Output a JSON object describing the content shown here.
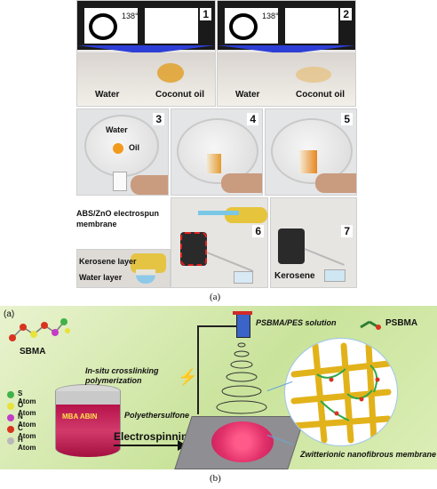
{
  "panel_a": {
    "caption": "(a)",
    "photo1": {
      "number": "1",
      "angle": "138°",
      "water": "Water",
      "oil": "Coconut oil"
    },
    "photo2": {
      "number": "2",
      "angle": "138°",
      "water": "Water",
      "oil": "Coconut oil"
    },
    "photo3": {
      "number": "3",
      "water": "Water",
      "oil": "Oil"
    },
    "photo4": {
      "number": "4"
    },
    "photo5": {
      "number": "5"
    },
    "photo6": {
      "number": "6"
    },
    "photo7": {
      "number": "7",
      "kerosene": "Kerosene"
    },
    "membrane_label": "ABS/ZnO electrospun membrane",
    "kerosene_layer": "Kerosene layer",
    "water_layer": "Water layer"
  },
  "panel_b": {
    "caption": "(b)",
    "tag": "(a)",
    "monomer": "SBMA",
    "solution": "PSBMA/PES solution",
    "legend_psbma": "PSBMA",
    "step1": "In-situ crosslinking polymerization",
    "polymer": "Polyethersulfone",
    "reagents": "MBA  ABIN",
    "process": "Electrospinning",
    "product": "Zwitterionic nanofibrous membrane",
    "atoms": [
      {
        "label": "S Atom",
        "color": "#3fb24a"
      },
      {
        "label": "O Atom",
        "color": "#e8e23a"
      },
      {
        "label": "N Atom",
        "color": "#c43cc8"
      },
      {
        "label": "C Atom",
        "color": "#d9331f"
      },
      {
        "label": "H Atom",
        "color": "#b9b9b9"
      }
    ]
  }
}
